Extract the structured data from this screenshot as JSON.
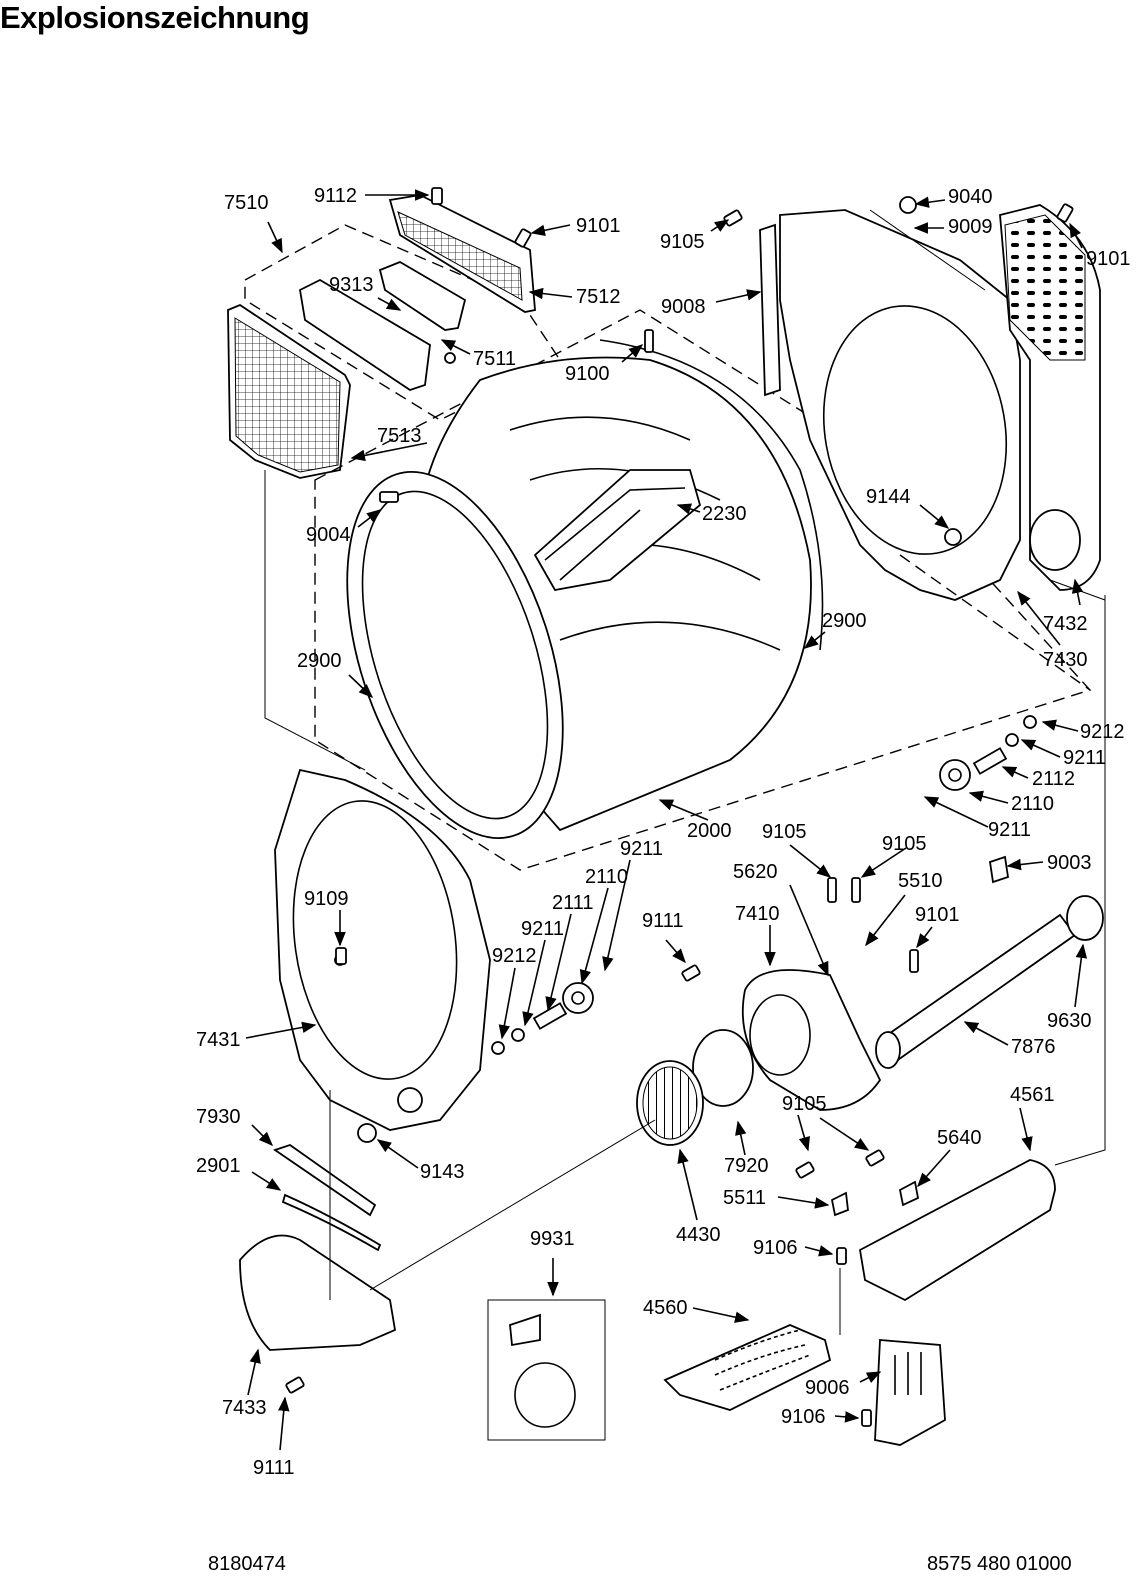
{
  "title": "Explosionszeichnung",
  "footer": {
    "left_code": "8180474",
    "right_code": "8575 480 01000"
  },
  "callouts": [
    {
      "id": "c7510",
      "text": "7510"
    },
    {
      "id": "c9112",
      "text": "9112"
    },
    {
      "id": "c9101a",
      "text": "9101"
    },
    {
      "id": "c9313",
      "text": "9313"
    },
    {
      "id": "c7512",
      "text": "7512"
    },
    {
      "id": "c7511",
      "text": "7511"
    },
    {
      "id": "c7513",
      "text": "7513"
    },
    {
      "id": "c9004",
      "text": "9004"
    },
    {
      "id": "c9105a",
      "text": "9105"
    },
    {
      "id": "c9040",
      "text": "9040"
    },
    {
      "id": "c9009",
      "text": "9009"
    },
    {
      "id": "c9101b",
      "text": "9101"
    },
    {
      "id": "c9008",
      "text": "9008"
    },
    {
      "id": "c9100",
      "text": "9100"
    },
    {
      "id": "c2230",
      "text": "2230"
    },
    {
      "id": "c9144",
      "text": "9144"
    },
    {
      "id": "c2900a",
      "text": "2900"
    },
    {
      "id": "c2900b",
      "text": "2900"
    },
    {
      "id": "c7432",
      "text": "7432"
    },
    {
      "id": "c7430",
      "text": "7430"
    },
    {
      "id": "c9212a",
      "text": "9212"
    },
    {
      "id": "c9211a",
      "text": "9211"
    },
    {
      "id": "c2112",
      "text": "2112"
    },
    {
      "id": "c2110a",
      "text": "2110"
    },
    {
      "id": "c9211b",
      "text": "9211"
    },
    {
      "id": "c2000",
      "text": "2000"
    },
    {
      "id": "c9105b",
      "text": "9105"
    },
    {
      "id": "c9105c",
      "text": "9105"
    },
    {
      "id": "c9003",
      "text": "9003"
    },
    {
      "id": "c9211c",
      "text": "9211"
    },
    {
      "id": "c2110b",
      "text": "2110"
    },
    {
      "id": "c5620",
      "text": "5620"
    },
    {
      "id": "c5510",
      "text": "5510"
    },
    {
      "id": "c2111",
      "text": "2111"
    },
    {
      "id": "c9109",
      "text": "9109"
    },
    {
      "id": "c9211d",
      "text": "9211"
    },
    {
      "id": "c9111a",
      "text": "9111"
    },
    {
      "id": "c7410",
      "text": "7410"
    },
    {
      "id": "c9101c",
      "text": "9101"
    },
    {
      "id": "c9212b",
      "text": "9212"
    },
    {
      "id": "c9630",
      "text": "9630"
    },
    {
      "id": "c7431",
      "text": "7431"
    },
    {
      "id": "c7876",
      "text": "7876"
    },
    {
      "id": "c4561",
      "text": "4561"
    },
    {
      "id": "c9105d",
      "text": "9105"
    },
    {
      "id": "c7930",
      "text": "7930"
    },
    {
      "id": "c5640",
      "text": "5640"
    },
    {
      "id": "c9143",
      "text": "9143"
    },
    {
      "id": "c7920",
      "text": "7920"
    },
    {
      "id": "c2901",
      "text": "2901"
    },
    {
      "id": "c5511",
      "text": "5511"
    },
    {
      "id": "c4430",
      "text": "4430"
    },
    {
      "id": "c9931",
      "text": "9931"
    },
    {
      "id": "c9106a",
      "text": "9106"
    },
    {
      "id": "c4560",
      "text": "4560"
    },
    {
      "id": "c9006",
      "text": "9006"
    },
    {
      "id": "c7433",
      "text": "7433"
    },
    {
      "id": "c9106b",
      "text": "9106"
    },
    {
      "id": "c9111b",
      "text": "9111"
    }
  ]
}
